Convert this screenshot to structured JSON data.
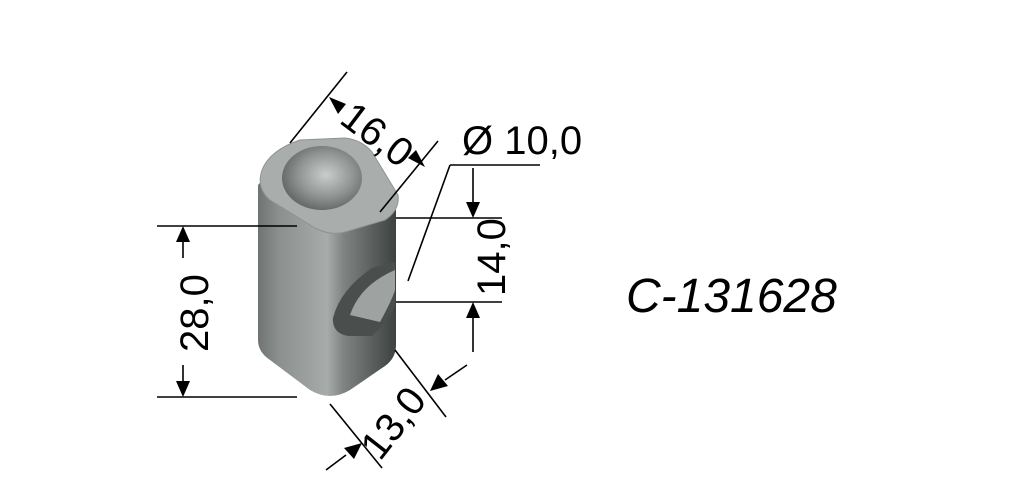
{
  "part_number": "C-131628",
  "dimensions": {
    "height": "28,0",
    "length": "16,0",
    "width": "13,0",
    "hole_offset": "14,0",
    "diameter": "Ø 10,0"
  }
}
